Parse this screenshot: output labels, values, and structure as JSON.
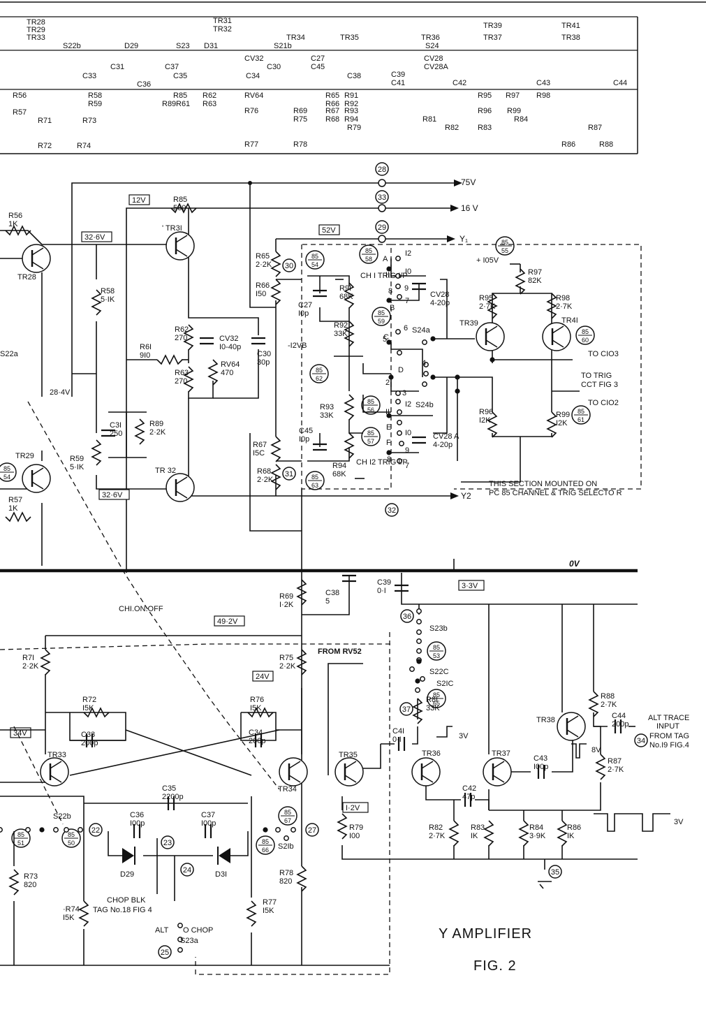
{
  "figure": {
    "title": "Y   AMPLIFIER",
    "subtitle": "FIG. 2"
  },
  "location_grid": {
    "row1": [
      "TR28",
      "TR29",
      "TR33",
      "S22b",
      "D29",
      "S23",
      "D31",
      "TR31",
      "TR32",
      "TR34",
      "S21b",
      "TR35",
      "TR36",
      "S24",
      "TR39",
      "TR37",
      "TR41",
      "TR38"
    ],
    "row2": [
      "C33",
      "C31",
      "C36",
      "C35",
      "C37",
      "CV32",
      "C34",
      "C30",
      "C27",
      "C45",
      "C38",
      "C39",
      "C41",
      "CV28",
      "CV28A",
      "C42",
      "C43",
      "C44"
    ],
    "row3": [
      "R56",
      "R57",
      "R58",
      "R59",
      "R71",
      "R72",
      "R73",
      "R74",
      "R85",
      "R89",
      "R61",
      "R62",
      "R63",
      "RV64",
      "R76",
      "R77",
      "R69",
      "R75",
      "R78",
      "R65",
      "R66",
      "R67",
      "R68",
      "R91",
      "R92",
      "R93",
      "R94",
      "R79",
      "R81",
      "R82",
      "R83",
      "R95",
      "R96",
      "R97",
      "R98",
      "R99",
      "R84",
      "R86",
      "R87",
      "R88"
    ]
  },
  "rails": {
    "v75": "75V",
    "v16": "16 V",
    "y1": "Y₁",
    "y2": "Y2",
    "zero": "0V",
    "plus105": "+ I05V",
    "minus12vb": "-I2VB"
  },
  "tags": {
    "t28": "28",
    "t33": "33",
    "t29": "29",
    "t30": "30",
    "t31": "31",
    "t32": "32",
    "t22": "22",
    "t23": "23",
    "t24": "24",
    "t25": "25",
    "t27": "27",
    "t34": "34",
    "t35": "35",
    "t36": "36",
    "t37": "37"
  },
  "voltages": {
    "v12": "12V",
    "v326a": "32·6V",
    "v326b": "32·6V",
    "v52": "52V",
    "v284": "28·4V",
    "v492": "49·2V",
    "v24": "24V",
    "v34": "34V",
    "v12b": "I·2V",
    "v33": "3·3V",
    "v3a": "3V",
    "v8": "8V",
    "v3b": "3V"
  },
  "components": {
    "R56": [
      "R56",
      "1K"
    ],
    "R57": [
      "R57",
      "1K"
    ],
    "R58": [
      "R58",
      "5·IK"
    ],
    "R59": [
      "R59",
      "5·IK"
    ],
    "R85": [
      "R85",
      "560"
    ],
    "R61": [
      "R6I",
      "9I0"
    ],
    "R62": [
      "R62",
      "270"
    ],
    "R63": [
      "R63",
      "270"
    ],
    "RV64": [
      "RV64",
      "470"
    ],
    "CV32": [
      "CV32",
      "I0-40p"
    ],
    "C30": [
      "C30",
      "30p"
    ],
    "C31": [
      "C3I",
      "250"
    ],
    "R89": [
      "R89",
      "2·2K"
    ],
    "R65": [
      "R65",
      "2·2K"
    ],
    "R66": [
      "R66",
      "I50"
    ],
    "R67": [
      "R67",
      "I5C"
    ],
    "R68": [
      "R68",
      "2·2K"
    ],
    "C27": [
      "C27",
      "I0p"
    ],
    "R91": [
      "R9I",
      "68K"
    ],
    "R92": [
      "R92",
      "33K"
    ],
    "R93": [
      "R93",
      "33K"
    ],
    "C45": [
      "C45",
      "I0p"
    ],
    "R94": [
      "R94",
      "68K"
    ],
    "CV28": [
      "CV28",
      "4-20p"
    ],
    "CV28A": [
      "CV28 A",
      "4-20p"
    ],
    "R97": [
      "R97",
      "82K"
    ],
    "R95": [
      "R95",
      "2·7K"
    ],
    "R98": [
      "R98",
      "2·7K"
    ],
    "R96": [
      "R96",
      "I2K"
    ],
    "R99": [
      "R99",
      "I2K"
    ],
    "R69": [
      "R69",
      "I·2K"
    ],
    "C38": [
      "C38",
      "5"
    ],
    "C39": [
      "C39",
      "0·I"
    ],
    "R71": [
      "R7I",
      "2·2K"
    ],
    "R75": [
      "R75",
      "2·2K"
    ],
    "R72": [
      "R72",
      "I5K"
    ],
    "C33": [
      "C33",
      "200p"
    ],
    "R76": [
      "R76",
      "I5K"
    ],
    "C34": [
      "C34",
      "200p"
    ],
    "C35": [
      "C35",
      "2200p"
    ],
    "C36": [
      "C36",
      "I00p"
    ],
    "C37": [
      "C37",
      "I00p"
    ],
    "R73": [
      "R73",
      "820"
    ],
    "R74": [
      "·R74",
      "I5K"
    ],
    "R77": [
      "R77",
      "I5K"
    ],
    "R78": [
      "R78",
      "820"
    ],
    "R79": [
      "R79",
      "I00"
    ],
    "C41": [
      "C4I",
      "0·I"
    ],
    "R81": [
      "R8I",
      "33K"
    ],
    "R82": [
      "R82",
      "2·7K"
    ],
    "C42": [
      "C42",
      "47p"
    ],
    "R83": [
      "R83",
      "IK"
    ],
    "C43": [
      "C43",
      "I00p"
    ],
    "R84": [
      "R84",
      "3·9K"
    ],
    "R86": [
      "R86",
      "IK"
    ],
    "R88": [
      "R88",
      "2·7K"
    ],
    "R87": [
      "R87",
      "2·7K"
    ],
    "C44": [
      "C44",
      "200p"
    ]
  },
  "transistors": {
    "TR28": "TR28",
    "TR29": "TR29",
    "TR31": "' TR3I",
    "TR32": "TR 32",
    "TR33": "TR33",
    "TR34": "TR34",
    "TR35": "TR35",
    "TR36": "TR36",
    "TR37": "TR37",
    "TR38": "TR38",
    "TR39": "TR39",
    "TR41": "TR4I"
  },
  "diodes": {
    "D29": "D29",
    "D31": "D3I"
  },
  "pc_refs": [
    [
      "85",
      "54"
    ],
    [
      "85",
      "58"
    ],
    [
      "85",
      "59"
    ],
    [
      "85",
      "62"
    ],
    [
      "85",
      "56"
    ],
    [
      "85",
      "57"
    ],
    [
      "85",
      "63"
    ],
    [
      "85",
      "55"
    ],
    [
      "85",
      "60"
    ],
    [
      "85",
      "61"
    ],
    [
      "85",
      "53"
    ],
    [
      "85",
      "65"
    ],
    [
      "85",
      "67"
    ],
    [
      "85",
      "66"
    ],
    [
      "85",
      "51"
    ],
    [
      "85",
      "50"
    ],
    [
      "85",
      "54"
    ]
  ],
  "switches": {
    "s24a": "S24a",
    "s24b": "S24b",
    "s22a": "S22a",
    "s22b": "S22b",
    "s21b": "S2Ib",
    "s23a": "S23a",
    "s23b": "S23b",
    "s22c": "S22C",
    "s21c": "S2IC",
    "contacts_upper": [
      "A",
      "B",
      "C",
      "D",
      "I2",
      "II",
      "I0",
      "9",
      "8",
      "7",
      "6",
      "5",
      "4",
      "3",
      "2"
    ],
    "contacts_lower": [
      "I2",
      "II",
      "I0",
      "9",
      "8",
      "7",
      "E",
      "F"
    ]
  },
  "annotations": {
    "ch1_trig": "CH I TRIG I/P",
    "ch2_trig": "CH I2 TRIG I/P",
    "to_c103": "TO CIO3",
    "to_trig": "TO TRIG",
    "cct_fig3": "CCT FIG 3",
    "to_c102": "TO CIO2",
    "section_note1": "THIS SECTION MOUNTED ON",
    "section_note2": "PC 85 CHANNEL & TRIG SELECTO R",
    "ch1_onoff": "CHI.ON.OFF",
    "from_rv52": "FROM RV52",
    "chop_blk1": "CHOP  BLK",
    "chop_blk2": "TAG  No.18  FIG 4",
    "alt": "ALT",
    "chop": "O CHOP",
    "alt_trace1": "ALT TRACE",
    "alt_trace2": "INPUT",
    "from_tag1": "FROM TAG",
    "from_tag2": "No.I9 FIG.4"
  }
}
